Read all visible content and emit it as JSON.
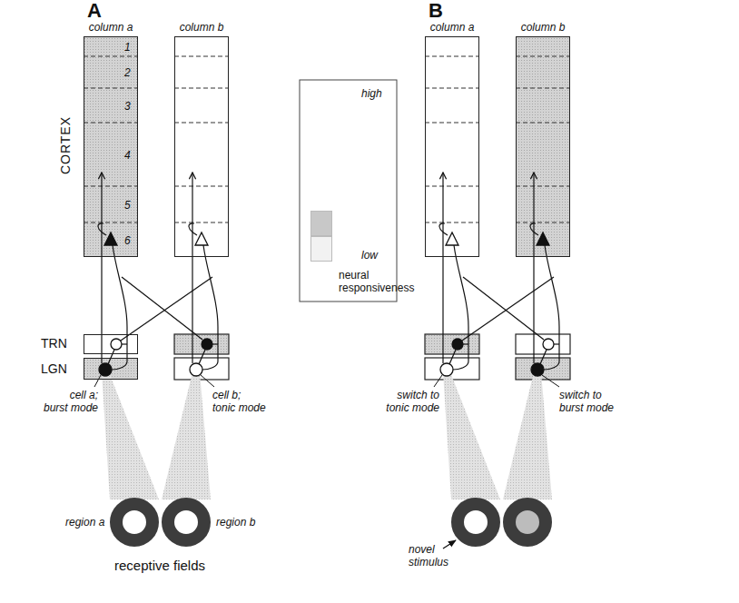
{
  "diagram": {
    "nodes": [
      {
        "text": [
          "column a",
          "1",
          "2",
          "3",
          "4",
          "5",
          "6"
        ]
      },
      {
        "text": [
          "column b"
        ]
      },
      {
        "text": [
          "TRN"
        ]
      },
      {
        "text": [
          "LGN"
        ]
      },
      {
        "text": [
          "column a"
        ]
      },
      {
        "text": [
          "column b"
        ]
      }
    ],
    "labels": [
      "A",
      "CORTEX",
      "cell a; burst mode",
      "cell b; tonic mode",
      "region a",
      "region b",
      "receptive fields",
      "B",
      "switch to tonic mode",
      "switch to burst mode",
      "novel stimulus",
      "neural responsiveness"
    ],
    "legend": [
      {
        "text": "high",
        "color": "#c8c8c8"
      },
      {
        "text": "low",
        "color": "#f2f2f2"
      }
    ]
  }
}
